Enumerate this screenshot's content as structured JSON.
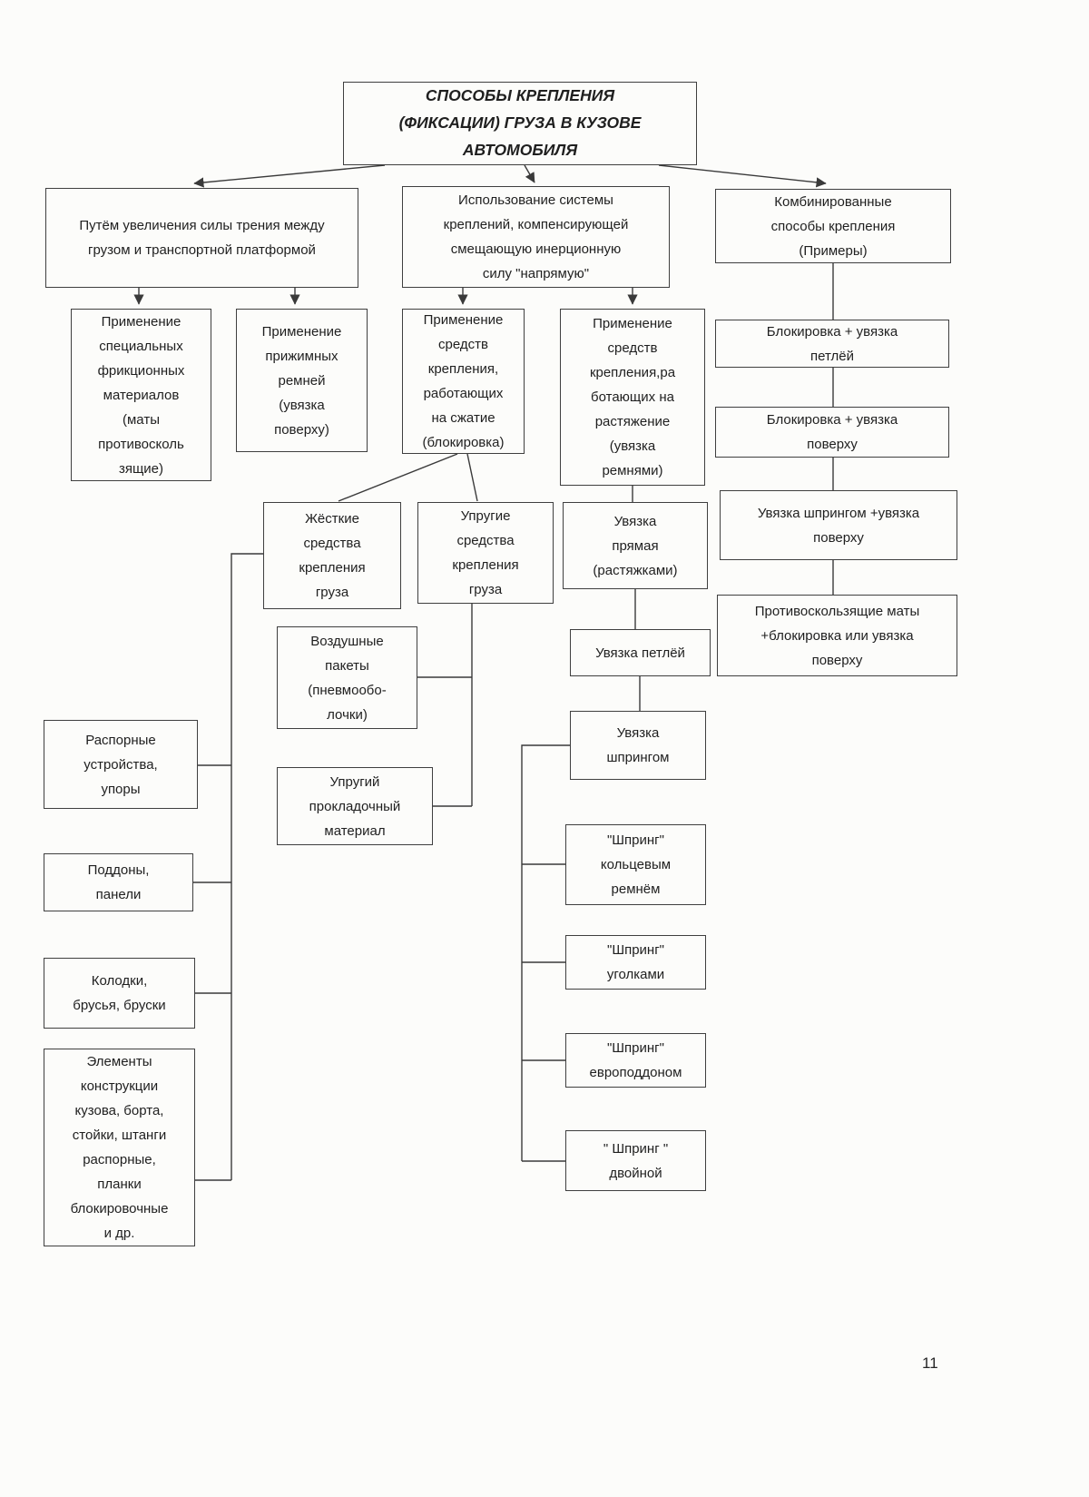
{
  "appearance": {
    "paper_color": "#fcfcfa",
    "line_color": "#3a3a3a",
    "text_color": "#1f1f1f"
  },
  "page": {
    "number": "11"
  },
  "nodes": {
    "title": {
      "label": "СПОСОБЫ КРЕПЛЕНИЯ\n(ФИКСАЦИИ) ГРУЗА В КУЗОВЕ\nАВТОМОБИЛЯ"
    },
    "branch_friction": {
      "label": "Путём увеличения силы трения между\nгрузом и транспортной платформой"
    },
    "branch_system": {
      "label": "Использование системы\nкреплений, компенсирующей\nсмещающую инерционную\nсилу \"напрямую\""
    },
    "branch_combined": {
      "label": "Комбинированные\nспособы крепления\n(Примеры)"
    },
    "friction_materials": {
      "label": "Применение\nспециальных\nфрикционных\nматериалов\n(маты\nпротивосколь\nзящие)"
    },
    "press_belts": {
      "label": "Применение\nприжимных\nремней\n(увязка\nповерху)"
    },
    "compression_means": {
      "label": "Применение\nсредств\nкрепления,\nработающих\nна сжатие\n(блокировка)"
    },
    "tension_means": {
      "label": "Применение\nсредств\nкрепления,ра\nботающих на\nрастяжение\n(увязка\nремнями)"
    },
    "combo_block_loop": {
      "label": "Блокировка + увязка\nпетлёй"
    },
    "combo_block_top": {
      "label": "Блокировка + увязка\nповерху"
    },
    "combo_spring_top": {
      "label": "Увязка шпрингом +увязка\nповерху"
    },
    "combo_mats": {
      "label": "Противоскользящие маты\n+блокировка или увязка\nповерху"
    },
    "rigid_means": {
      "label": "Жёсткие\nсредства\nкрепления\nгруза"
    },
    "elastic_means": {
      "label": "Упругие\nсредства\nкрепления\nгруза"
    },
    "air_packets": {
      "label": "Воздушные\nпакеты\n(пневмообо-\nлочки)"
    },
    "elastic_padding": {
      "label": "Упругий\nпрокладочный\nматериал"
    },
    "direct_lashing": {
      "label": "Увязка\nпрямая\n(растяжками)"
    },
    "loop_lashing": {
      "label": "Увязка петлёй"
    },
    "spring_lashing": {
      "label": "Увязка\nшпрингом"
    },
    "spring_ring_belt": {
      "label": "\"Шпринг\"\nкольцевым\nремнём"
    },
    "spring_corners": {
      "label": "\"Шпринг\"\nуголками"
    },
    "spring_europallet": {
      "label": "\"Шпринг\"\nевроподдоном"
    },
    "spring_double": {
      "label": "\" Шпринг \"\nдвойной"
    },
    "spacers": {
      "label": "Распорные\nустройства,\nупоры"
    },
    "pallets": {
      "label": "Поддоны,\nпанели"
    },
    "blocks": {
      "label": "Колодки,\nбрусья, бруски"
    },
    "body_elements": {
      "label": "Элементы\nконструкции\nкузова, борта,\nстойки, штанги\nраспорные,\nпланки\nблокировочные\nи др."
    }
  }
}
